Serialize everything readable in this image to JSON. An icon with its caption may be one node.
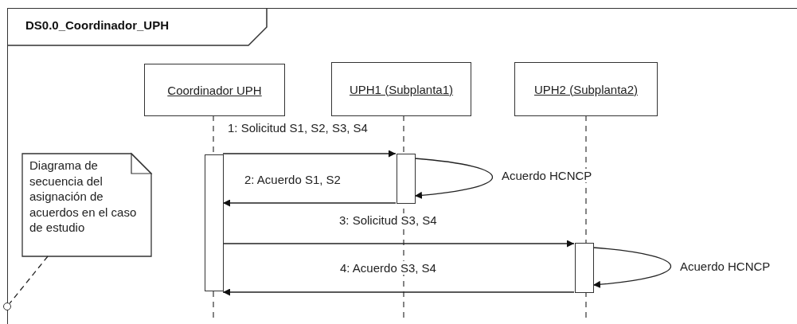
{
  "diagram": {
    "nodes": [
      {
        "text": [
          "DS0.0_Coordinador_UPH"
        ]
      },
      {
        "text": [
          "Coordinador UPH"
        ],
        "in": 0
      },
      {
        "text": [
          "UPH1 (Subplanta1)"
        ],
        "in": 0
      },
      {
        "text": [
          "UPH2 (Subplanta2)"
        ],
        "in": 0
      },
      {
        "text": [],
        "shape": "bar",
        "in": 0
      },
      {
        "text": [],
        "shape": "bar",
        "in": 0
      },
      {
        "text": [],
        "shape": "bar",
        "in": 0
      },
      {
        "text": [
          "Diagrama de secuencia del asignación de acuerdos en el caso de estudio"
        ],
        "in": 0
      },
      {
        "text": [],
        "shape": "circle"
      }
    ],
    "edges": [
      {
        "from": 4,
        "to": 5,
        "arrow": "to",
        "label": "1: Solicitud S1, S2, S3, S4"
      },
      {
        "from": 5,
        "to": 5,
        "arrow": "to",
        "label": "Acuerdo HCNCP"
      },
      {
        "from": 5,
        "to": 4,
        "arrow": "to",
        "label": "2: Acuerdo S1, S2"
      },
      {
        "from": 4,
        "to": 6,
        "arrow": "to",
        "label": "3: Solicitud S3, S4"
      },
      {
        "from": 6,
        "to": 6,
        "arrow": "to",
        "label": "Acuerdo HCNCP"
      },
      {
        "from": 6,
        "to": 4,
        "arrow": "to",
        "label": "4: Acuerdo S3, S4"
      },
      {
        "from": 7,
        "to": 8,
        "arrow": "none",
        "style": "dashed"
      }
    ]
  }
}
